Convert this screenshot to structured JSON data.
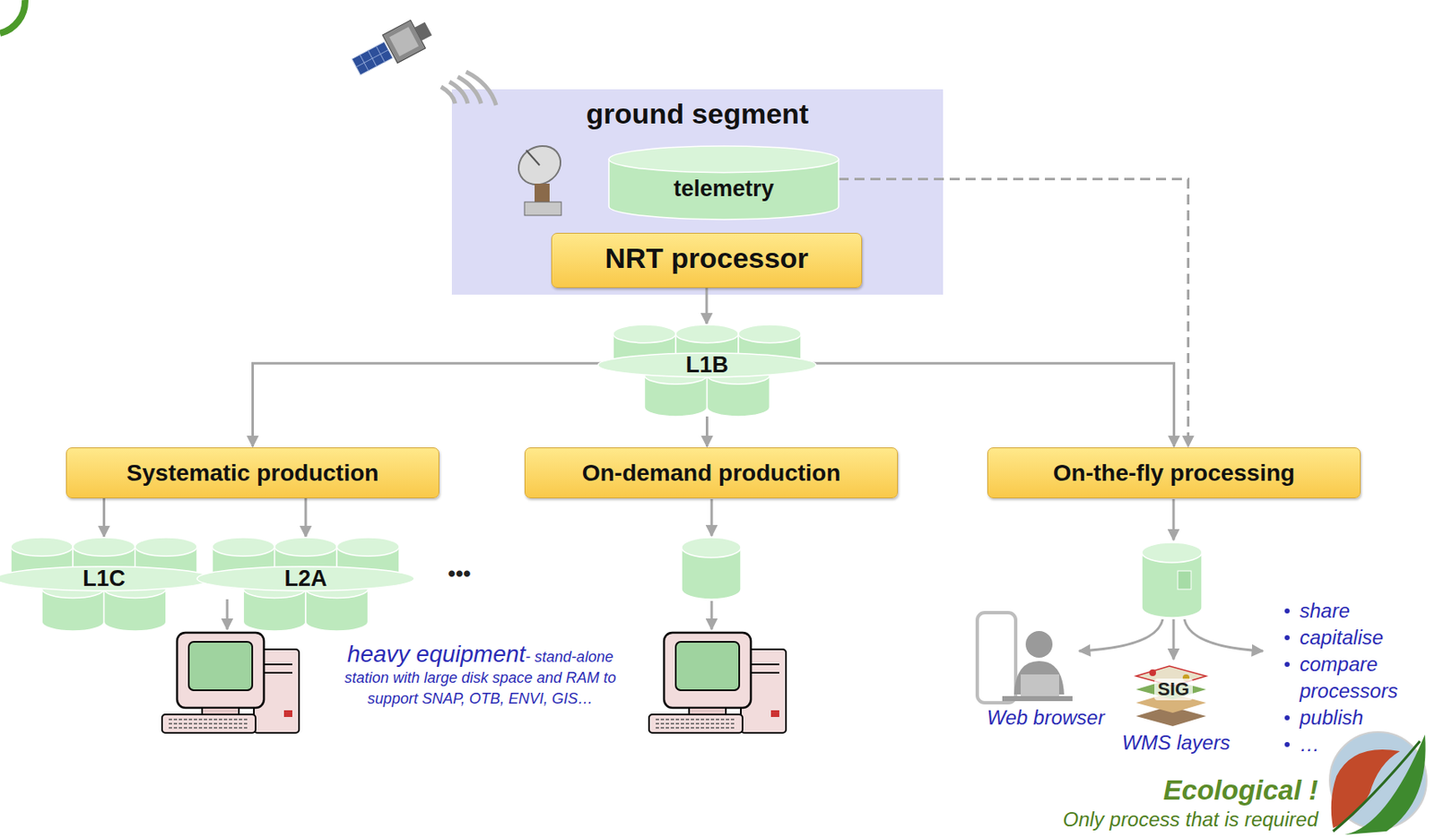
{
  "diagram": {
    "nodes": [
      {
        "text": [
          "ground segment"
        ]
      },
      {
        "text": [
          "telemetry"
        ],
        "in": 0
      },
      {
        "text": [
          "NRT processor"
        ],
        "in": 0
      },
      {
        "text": [
          "L1B"
        ]
      },
      {
        "text": [
          "Systematic production"
        ]
      },
      {
        "text": [
          "On-demand production"
        ]
      },
      {
        "text": [
          "On-the-fly processing"
        ]
      },
      {
        "text": [
          "L1C"
        ]
      },
      {
        "text": [
          "L2A"
        ]
      }
    ],
    "edges": [
      {
        "from": 2,
        "to": 3,
        "arrow": "to"
      },
      {
        "from": 3,
        "to": 4,
        "arrow": "to"
      },
      {
        "from": 3,
        "to": 5,
        "arrow": "to"
      },
      {
        "from": 3,
        "to": 6,
        "arrow": "to"
      },
      {
        "from": 1,
        "to": 6,
        "arrow": "to"
      },
      {
        "from": 4,
        "to": 7,
        "arrow": "to"
      },
      {
        "from": 4,
        "to": 8,
        "arrow": "to"
      }
    ],
    "labels": [
      "•••",
      "heavy equipment",
      "- stand-alone station with large disk space and RAM to support SNAP, OTB, ENVI, GIS…",
      "Web browser",
      "SIG",
      "WMS layers",
      "share",
      "capitalise",
      "compare processors",
      "publish",
      "…",
      "Ecological !",
      "Only process that is required"
    ]
  }
}
